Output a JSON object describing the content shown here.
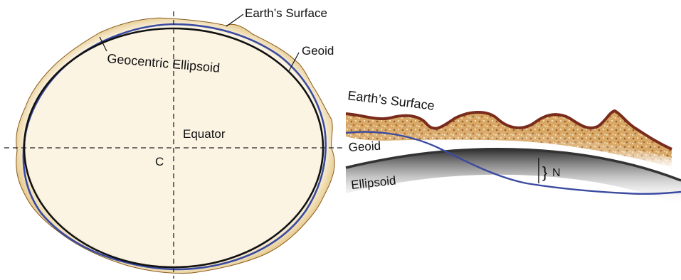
{
  "left_diagram": {
    "labels": {
      "earth_surface": "Earth’s Surface",
      "geoid": "Geoid",
      "ellipsoid": "Geocentric Ellipsoid",
      "equator": "Equator",
      "center": "C"
    }
  },
  "right_diagram": {
    "labels": {
      "earth_surface": "Earth’s Surface",
      "geoid": "Geoid",
      "ellipsoid": "Ellipsoid",
      "separation_brace": "}",
      "separation": "N"
    }
  },
  "colors": {
    "crust_fill": "#c79a4a",
    "crust_edge": "#7a2c1c",
    "geoid_line": "#3a4aa0",
    "ellipsoid_line": "#111111",
    "axis_dash": "#222222",
    "ellipsoid_band": "#444444"
  }
}
